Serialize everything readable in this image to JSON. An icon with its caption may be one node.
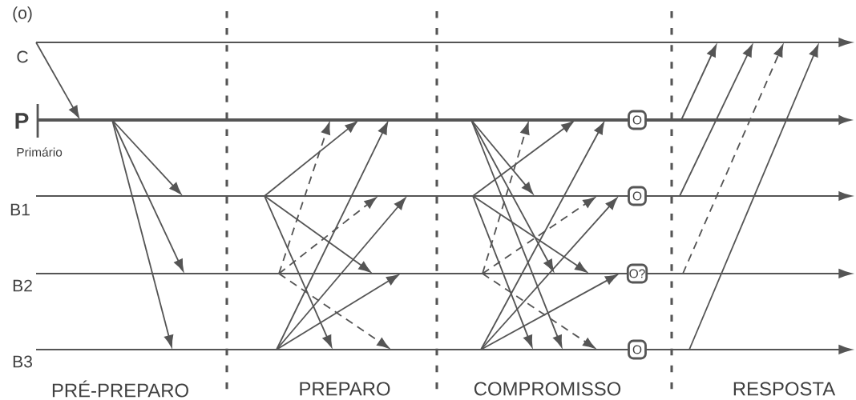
{
  "diagram": {
    "nodes": [
      {
        "text": [
          "O"
        ]
      },
      {
        "text": [
          "O"
        ]
      },
      {
        "text": [
          "O?"
        ]
      },
      {
        "text": [
          "O"
        ]
      }
    ],
    "labels": [
      "(o)",
      "C",
      "P",
      "Primário",
      "B1",
      "B2",
      "B3",
      "PRÉ-PREPARO",
      "PREPARO",
      "COMPROMISSO",
      "RESPOSTA"
    ]
  }
}
